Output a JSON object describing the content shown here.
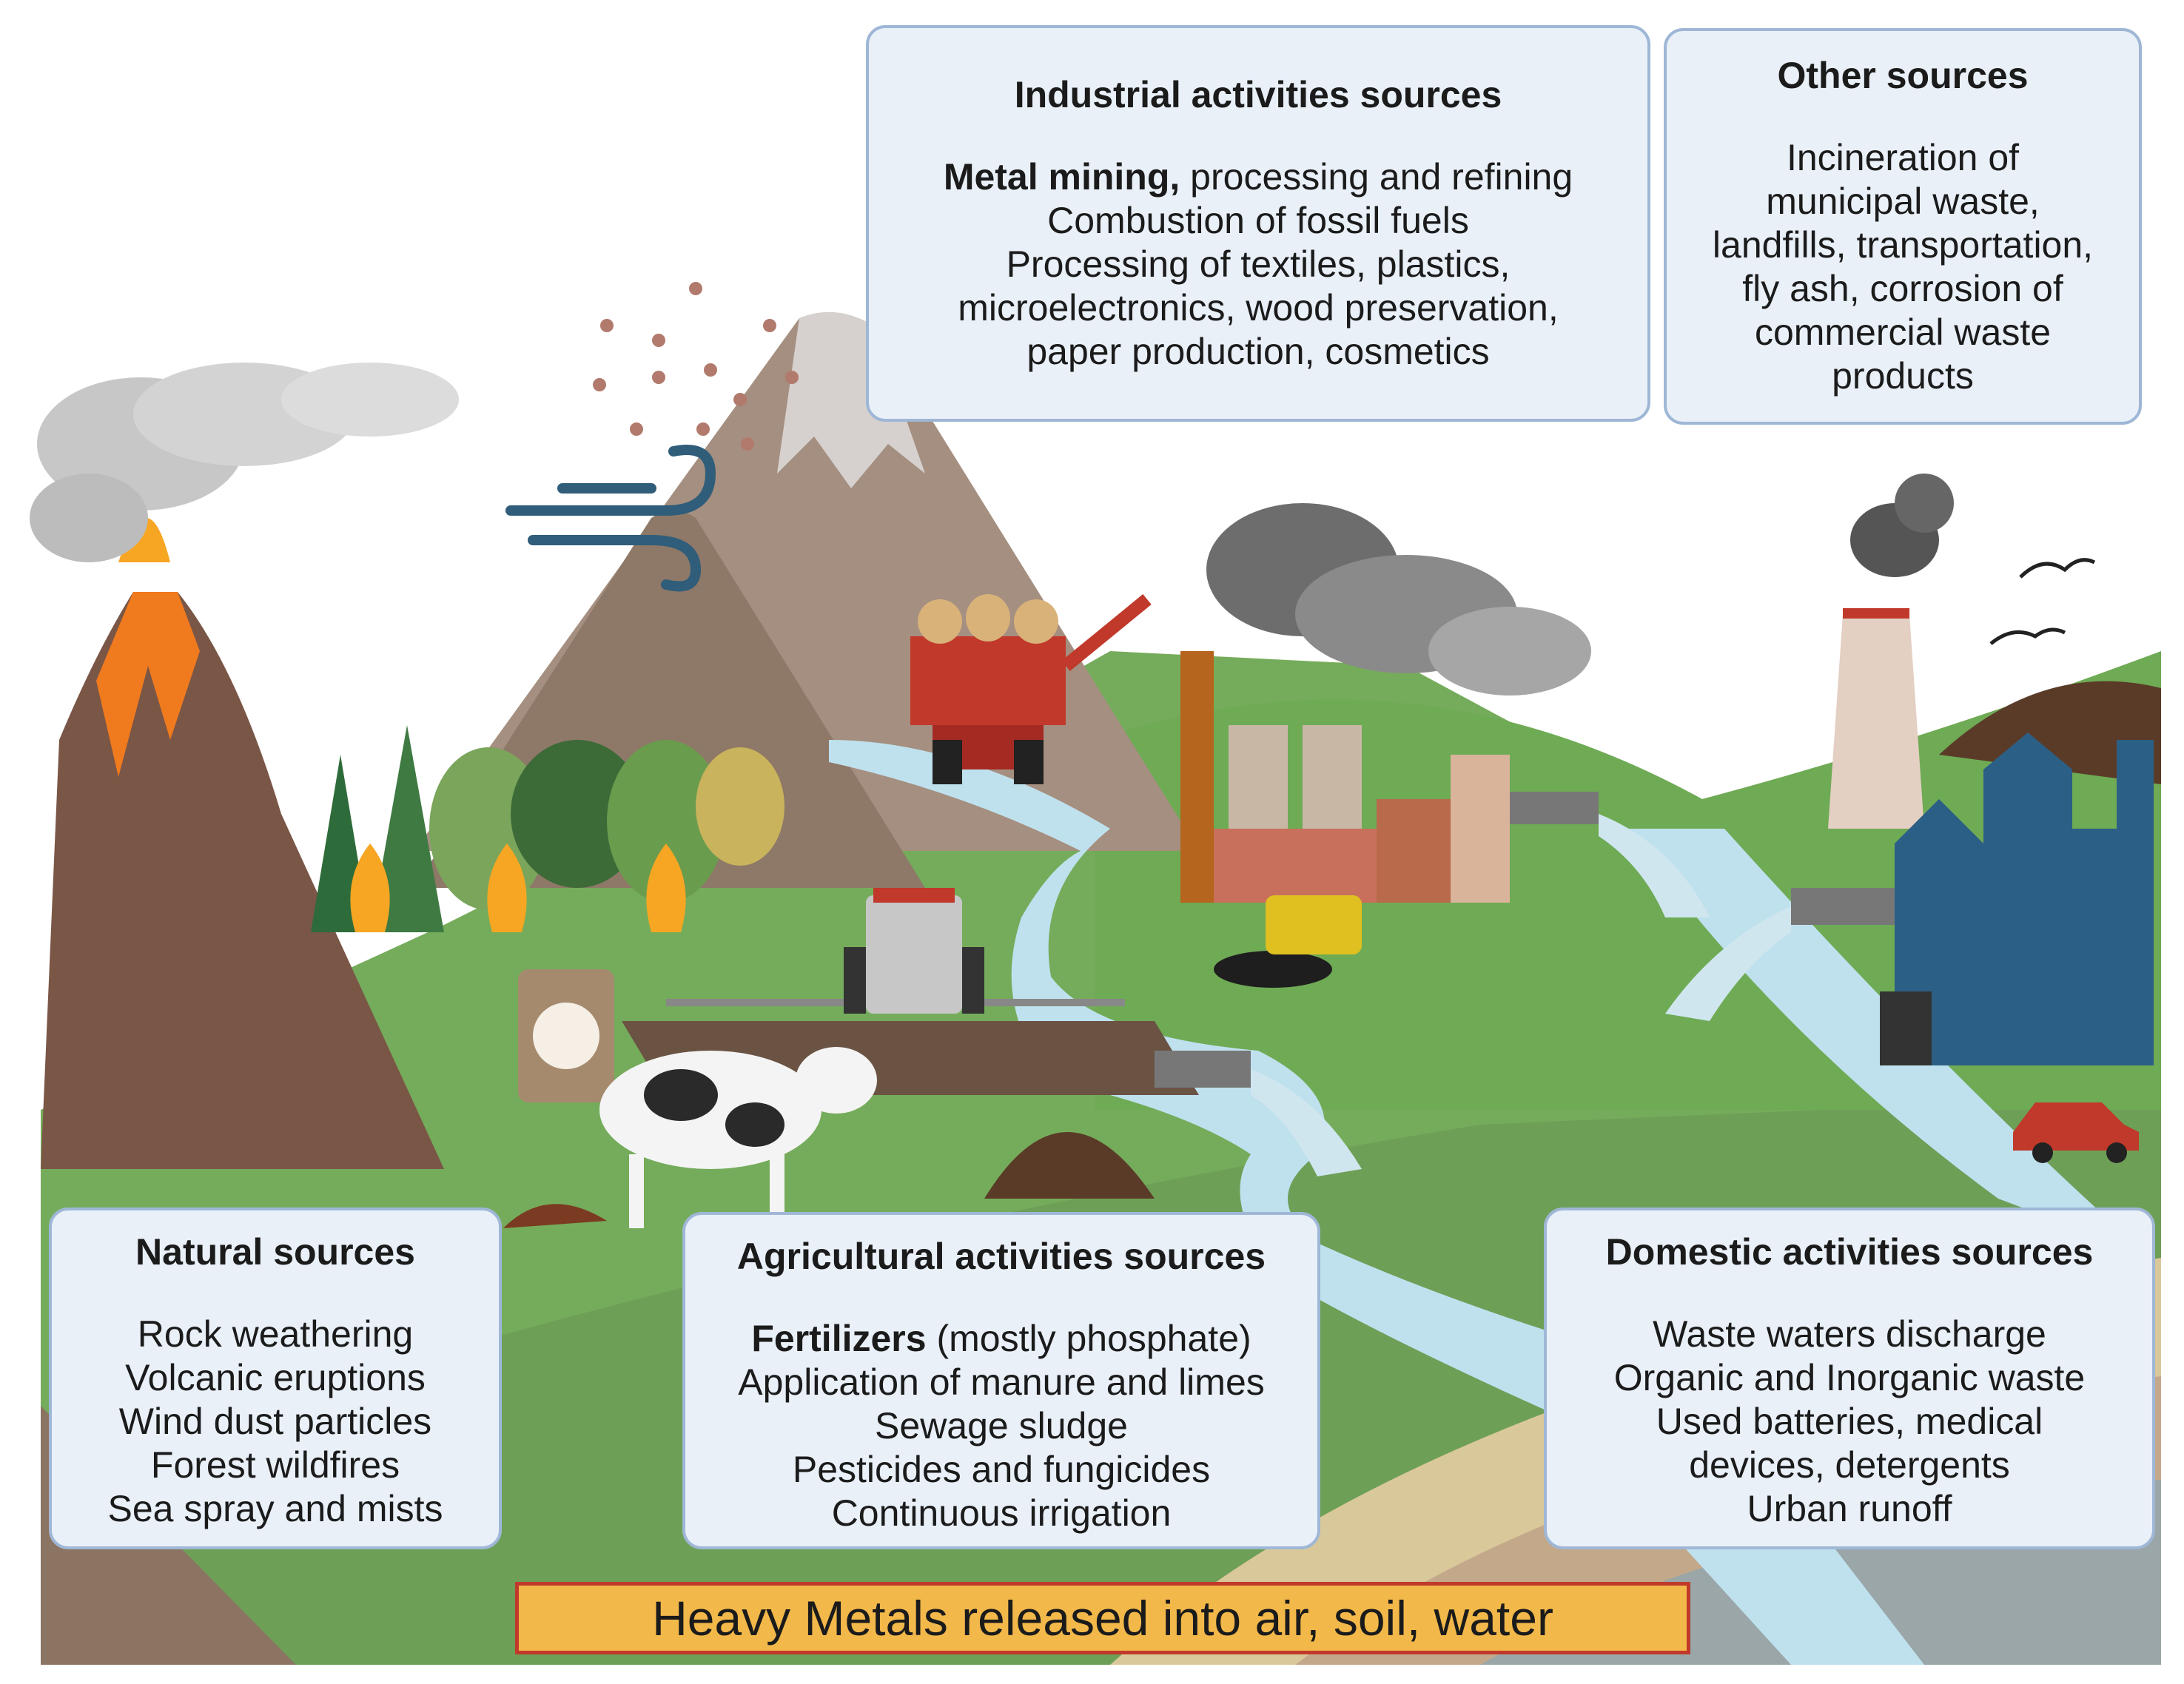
{
  "industrial": {
    "title": "Industrial activities sources",
    "line1_bold": "Metal mining,",
    "line1_rest": " processing and refining",
    "line2": "Combustion of fossil fuels",
    "line3": "Processing of textiles, plastics,",
    "line4": "microelectronics, wood preservation,",
    "line5": "paper production, cosmetics"
  },
  "other": {
    "title": "Other sources",
    "lines": [
      "Incineration of",
      "municipal waste,",
      "landfills, transportation,",
      "fly ash, corrosion of",
      "commercial waste",
      "products"
    ]
  },
  "natural": {
    "title": "Natural sources",
    "lines": [
      "Rock weathering",
      "Volcanic eruptions",
      "Wind dust particles",
      "Forest wildfires",
      "Sea spray and mists"
    ]
  },
  "agricultural": {
    "title": "Agricultural activities sources",
    "line1_bold": "Fertilizers",
    "line1_rest": " (mostly phosphate)",
    "lines": [
      "Application of manure and limes",
      "Sewage sludge",
      "Pesticides and fungicides",
      "Continuous irrigation"
    ]
  },
  "domestic": {
    "title": "Domestic activities sources",
    "lines": [
      "Waste waters discharge",
      "Organic and Inorganic waste",
      "Used batteries, medical",
      "devices, detergents",
      "Urban runoff"
    ]
  },
  "banner": {
    "text": "Heavy Metals released into air, soil, water"
  },
  "icons": [
    "volcano-icon",
    "wind-icon",
    "mountain-icon",
    "forest-fire-icon",
    "harvester-icon",
    "factory-icon",
    "oil-barrel-icon",
    "tractor-sprayer-icon",
    "fertilizer-bag-icon",
    "cow-icon",
    "manure-pile-icon",
    "power-plant-icon",
    "city-buildings-icon",
    "trash-can-icon",
    "car-icon",
    "bird-icon",
    "river-icon",
    "drain-pipe-icon"
  ]
}
